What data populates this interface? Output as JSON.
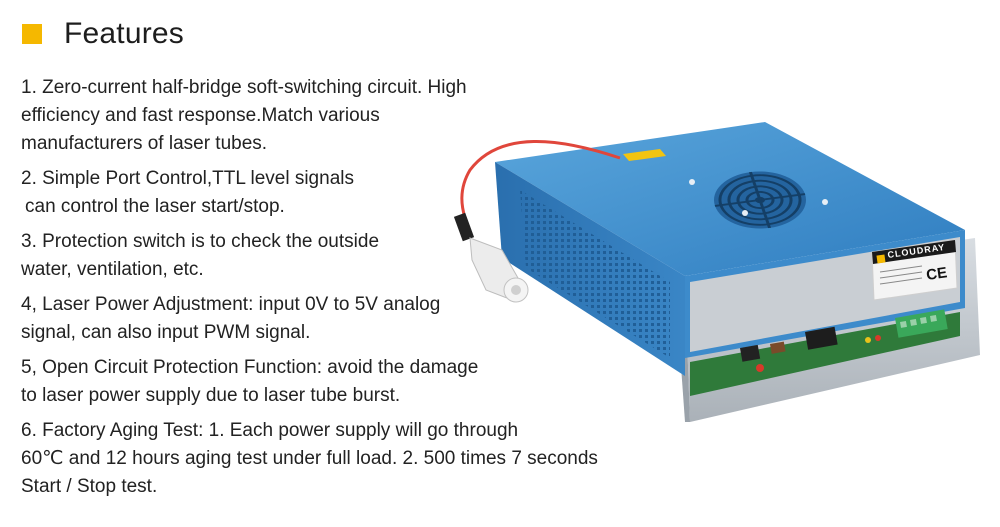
{
  "header": {
    "title": "Features",
    "accent_color": "#f5b800"
  },
  "features": [
    {
      "lines": [
        "1. Zero-current half-bridge soft-switching circuit. High",
        "efficiency and fast response.Match various",
        "manufacturers of laser tubes."
      ]
    },
    {
      "lines": [
        "2. Simple Port Control,TTL level signals",
        " can control the laser start/stop."
      ]
    },
    {
      "lines": [
        "3. Protection switch is to check the outside",
        "water, ventilation, etc."
      ]
    },
    {
      "lines": [
        "4, Laser Power Adjustment: input 0V to 5V analog",
        "signal, can also input PWM signal."
      ]
    },
    {
      "lines": [
        "5, Open Circuit Protection Function: avoid the damage",
        "to laser power supply due to laser tube burst."
      ]
    },
    {
      "lines": [
        "6. Factory Aging Test: 1. Each power supply will go through",
        "60℃ and 12 hours aging test under full load. 2. 500 times 7 seconds",
        "Start / Stop test."
      ]
    }
  ],
  "product": {
    "brand": "CLOUDRAY",
    "cert_mark": "CE",
    "case_color": "#3b88c8"
  }
}
